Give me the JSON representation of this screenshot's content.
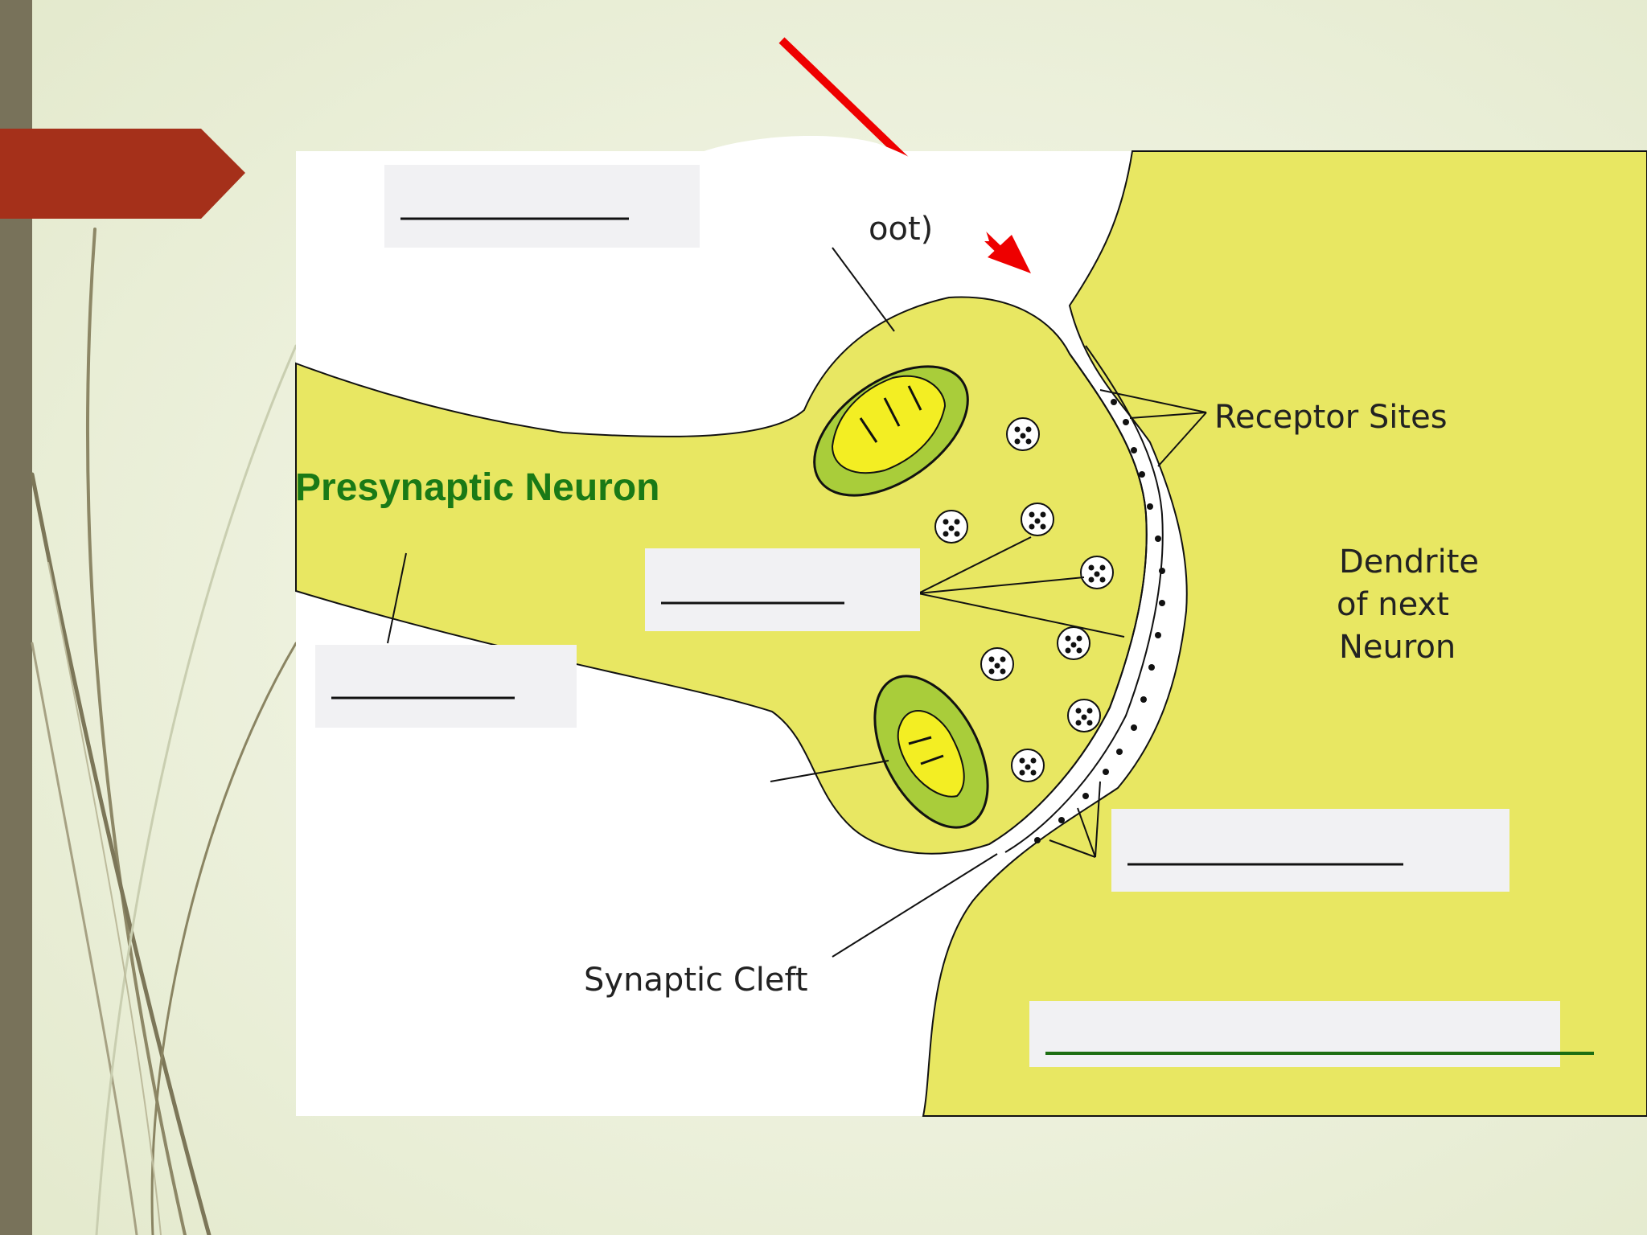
{
  "slide": {
    "background_color": "#eef1de",
    "left_bar_color": "#78725a",
    "marker_color": "#a5301a",
    "accent_line_color": "#8a8060"
  },
  "diagram": {
    "panel_color": "#ffffff",
    "cell_fill_color": "#e8e762",
    "mitochondria_color": "#a9cd3a",
    "arrow_color": "#ee0000",
    "labels": {
      "presynaptic_neuron": "Presynaptic Neuron",
      "receptor_sites": "Receptor Sites",
      "dendrite_line1": "Dendrite",
      "dendrite_line2": "of next",
      "dendrite_line3": "Neuron",
      "synaptic_cleft": "Synaptic Cleft",
      "terminal_partial": "oot)"
    },
    "label_colors": {
      "presynaptic_neuron": "#1a7a16",
      "plain": "#222222"
    },
    "blanks": {
      "count": 5,
      "box_color": "#f1f1f3",
      "line_color": "#111111",
      "bottom_line_color": "#1d6e12"
    }
  }
}
